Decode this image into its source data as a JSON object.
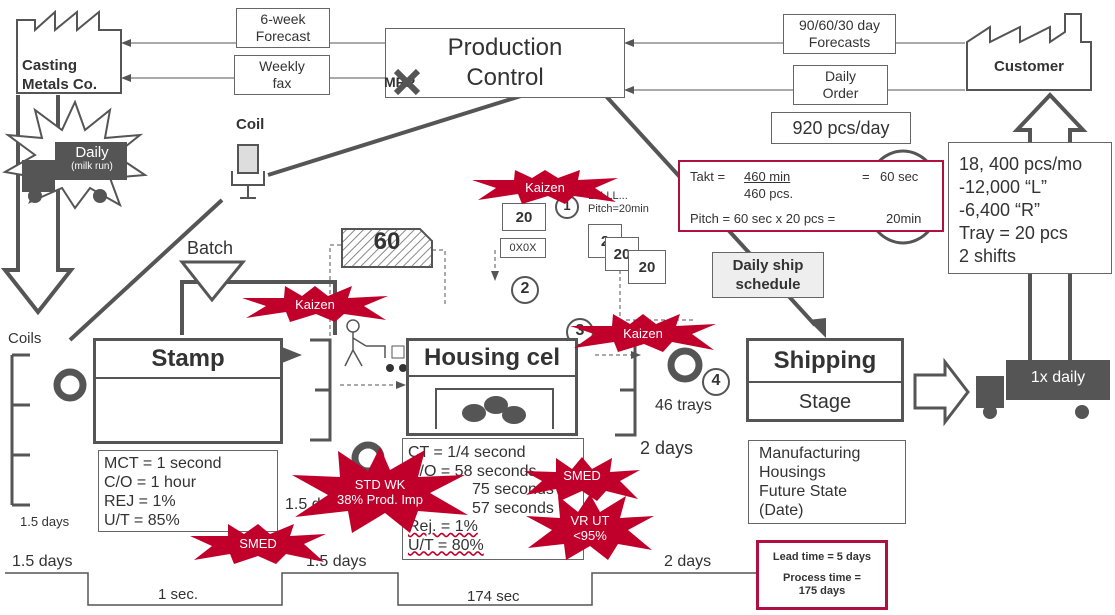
{
  "supplier": {
    "name_line1": "Casting",
    "name_line2": "Metals Co."
  },
  "customer": {
    "name": "Customer",
    "demand": "920 pcs/day"
  },
  "production_control": {
    "line1": "Production",
    "line2": "Control",
    "system": "MRP"
  },
  "info_flows": {
    "forecast_6wk_line1": "6-week",
    "forecast_6wk_line2": "Forecast",
    "weekly_fax_line1": "Weekly",
    "weekly_fax_line2": "fax",
    "forecasts_90_line1": "90/60/30 day",
    "forecasts_90_line2": "Forecasts",
    "daily_order_line1": "Daily",
    "daily_order_line2": "Order",
    "daily_ship_line1": "Daily ship",
    "daily_ship_line2": "schedule"
  },
  "truck_in": {
    "line1": "Daily",
    "line2": "(milk run)"
  },
  "truck_out": {
    "label": "1x daily"
  },
  "coil_label": "Coil",
  "batch_label": "Batch",
  "coils_label": "Coils",
  "kanban": {
    "signal": "60",
    "card1": "20",
    "card2": "2",
    "card3": "20",
    "card4": "20",
    "load_level": "0X0X",
    "pitch_text1": "LLLLL...",
    "pitch_text2": "Pitch=20min",
    "circle1": "1",
    "circle2": "2",
    "circle3": "3",
    "circle4": "4"
  },
  "takt": {
    "takt_label": "Takt =",
    "takt_num": "460 min",
    "takt_den": "460 pcs.",
    "takt_eq": "=",
    "takt_result": "60 sec",
    "pitch_formula": "Pitch = 60 sec x 20 pcs =",
    "pitch_result": "20min"
  },
  "customer_req": {
    "line1": "18, 400 pcs/mo",
    "line2": "-12,000 “L”",
    "line3": "-6,400 “R”",
    "line4": "Tray = 20 pcs",
    "line5": "2 shifts"
  },
  "stamp": {
    "title": "Stamp",
    "mct": "MCT = 1 second",
    "co": "C/O = 1 hour",
    "rej": "REJ = 1%",
    "ut": "U/T = 85%"
  },
  "housing": {
    "title": "Housing cel",
    "ct": "CT = 1/4 second",
    "co": "C/O = 58 seconds",
    "l3": "75 seconds",
    "l4": "57 seconds",
    "rej": "Rej. = 1%",
    "ut": "U/T = 80%"
  },
  "shipping": {
    "title": "Shipping",
    "subtitle": "Stage"
  },
  "inventory": {
    "coils_days": "1.5 days",
    "mid_days": "1.5 days",
    "trays": "46 trays",
    "ship_days": "2 days"
  },
  "timeline": {
    "t1": "1.5 days",
    "t2": "1.5 days",
    "t3": "2 days",
    "v1": "1 sec.",
    "v2": "174 sec"
  },
  "summary": {
    "lead_time": "Lead time = 5 days",
    "process_time_line1": "Process time =",
    "process_time_line2": "175 days"
  },
  "map_title": {
    "line1": "Manufacturing",
    "line2": "Housings",
    "line3": "Future State",
    "line4": "(Date)"
  },
  "bursts": {
    "kaizen1": "Kaizen",
    "kaizen2": "Kaizen",
    "kaizen3": "Kaizen",
    "stdwk_line1": "STD WK",
    "stdwk_line2": "38% Prod. Imp",
    "smed1": "SMED",
    "smed2": "SMED",
    "vrut_line1": "VR UT",
    "vrut_line2": "<95%"
  },
  "colors": {
    "burst": "#c0002a",
    "ink": "#555555",
    "takt_border": "#b01040"
  }
}
